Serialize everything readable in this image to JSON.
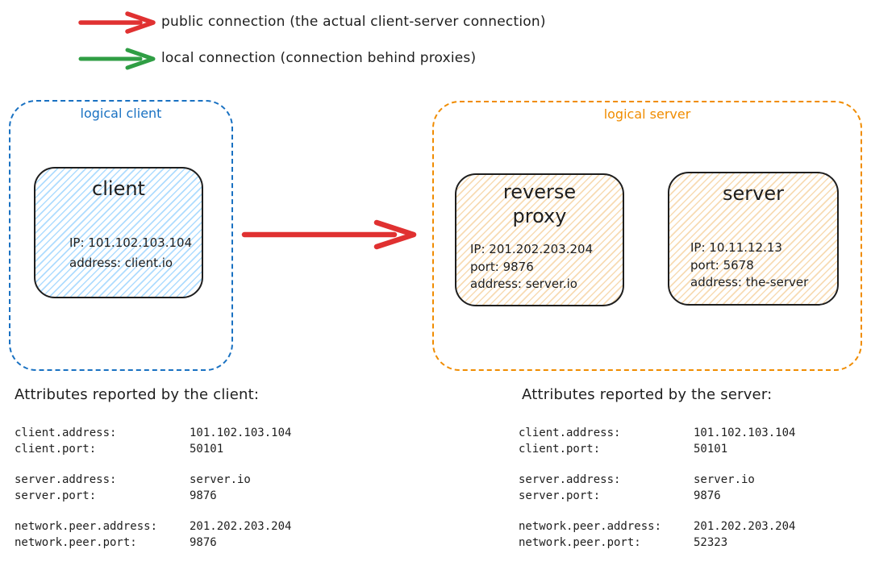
{
  "legend": {
    "items": [
      {
        "id": "public",
        "color": "#e03131",
        "label": "public connection (the actual client-server connection)"
      },
      {
        "id": "local",
        "color": "#2f9e44",
        "label": "local connection (connection behind proxies)"
      }
    ]
  },
  "diagram": {
    "logical_client": {
      "label": "logical client",
      "border_color": "#1971c2",
      "node": {
        "title": "client",
        "fill": "#a5d8ff",
        "lines": [
          "IP: 101.102.103.104",
          "address: client.io"
        ]
      }
    },
    "logical_server": {
      "label": "logical server",
      "border_color": "#f08c00",
      "nodes": [
        {
          "title": "reverse proxy",
          "fill": "#ffd8a8",
          "lines": [
            "IP: 201.202.203.204",
            "port: 9876",
            "address: server.io"
          ]
        },
        {
          "title": "server",
          "fill": "#ffd8a8",
          "lines": [
            "IP: 10.11.12.13",
            "port: 5678",
            "address: the-server"
          ]
        }
      ]
    },
    "connection": {
      "type": "public",
      "color": "#e03131"
    }
  },
  "attributes": {
    "client": {
      "title": "Attributes reported by the client:",
      "groups": [
        {
          "rows": [
            {
              "key": "client.address:",
              "value": "101.102.103.104"
            },
            {
              "key": "client.port:",
              "value": "50101"
            }
          ]
        },
        {
          "rows": [
            {
              "key": "server.address:",
              "value": "server.io"
            },
            {
              "key": "server.port:",
              "value": "9876"
            }
          ]
        },
        {
          "rows": [
            {
              "key": "network.peer.address:",
              "value": "201.202.203.204"
            },
            {
              "key": "network.peer.port:",
              "value": "9876"
            }
          ]
        }
      ]
    },
    "server": {
      "title": "Attributes reported by the server:",
      "groups": [
        {
          "rows": [
            {
              "key": "client.address:",
              "value": "101.102.103.104"
            },
            {
              "key": "client.port:",
              "value": "50101"
            }
          ]
        },
        {
          "rows": [
            {
              "key": "server.address:",
              "value": "server.io"
            },
            {
              "key": "server.port:",
              "value": "9876"
            }
          ]
        },
        {
          "rows": [
            {
              "key": "network.peer.address:",
              "value": "201.202.203.204"
            },
            {
              "key": "network.peer.port:",
              "value": "52323"
            }
          ]
        }
      ]
    }
  },
  "colors": {
    "ink": "#1e1e1e",
    "client_group_border": "#1971c2",
    "server_group_border": "#f08c00",
    "public_arrow": "#e03131",
    "local_arrow": "#2f9e44",
    "client_node_fill": "#a5d8ff",
    "server_node_fill": "#ffd8a8"
  }
}
